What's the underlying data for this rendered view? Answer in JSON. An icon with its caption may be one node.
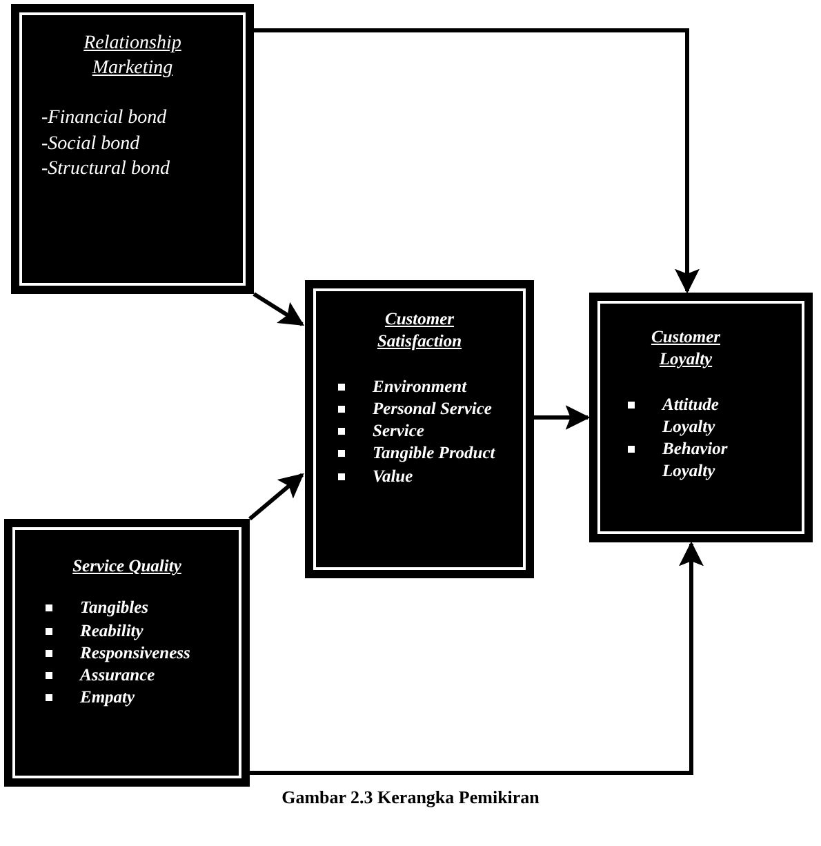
{
  "diagram": {
    "caption": "Gambar 2.3 Kerangka Pemikiran",
    "nodes": [
      {
        "text": [
          "Relationship Marketing",
          "-Financial bond",
          "-Social bond",
          "-Structural bond"
        ]
      },
      {
        "text": [
          "Customer Satisfaction",
          "Environment",
          "Personal Service",
          "Service",
          "Tangible Product",
          "Value"
        ]
      },
      {
        "text": [
          "Customer Loyalty",
          "Attitude Loyalty",
          "Behavior Loyalty"
        ]
      },
      {
        "text": [
          "Service Quality",
          "Tangibles",
          "Reability",
          "Responsiveness",
          "Assurance",
          "Empaty"
        ]
      }
    ],
    "edges": [
      {
        "from": 0,
        "to": 1,
        "arrow": "to"
      },
      {
        "from": 3,
        "to": 1,
        "arrow": "to"
      },
      {
        "from": 1,
        "to": 2,
        "arrow": "to"
      },
      {
        "from": 0,
        "to": 2,
        "arrow": "to"
      },
      {
        "from": 3,
        "to": 2,
        "arrow": "to"
      }
    ]
  }
}
